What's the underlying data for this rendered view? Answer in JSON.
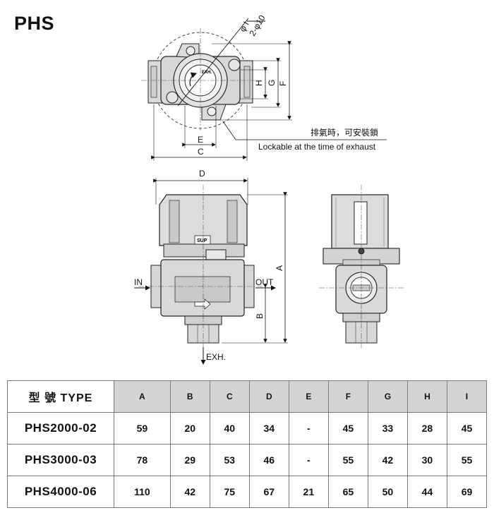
{
  "title": "PHS",
  "drawing": {
    "top_view_dims": {
      "phi_i": "φ I",
      "two_phi_10": "2-φ10",
      "H": "H",
      "G": "G",
      "F": "F",
      "E": "E",
      "C": "C"
    },
    "note_zh": "排氣時，可安裝鎖",
    "note_en": "Lockable at the time of exhaust",
    "front_view_dims": {
      "D": "D",
      "A": "A",
      "B": "B"
    },
    "ports": {
      "in": "IN",
      "out": "OUT",
      "exh": "EXH."
    },
    "body_labels": {
      "sup": "SUP",
      "exh_mark": "EXH"
    }
  },
  "table": {
    "type_header": "型  號  TYPE",
    "columns": [
      "A",
      "B",
      "C",
      "D",
      "E",
      "F",
      "G",
      "H",
      "I"
    ],
    "rows": [
      {
        "model": "PHS2000-02",
        "values": [
          "59",
          "20",
          "40",
          "34",
          "-",
          "45",
          "33",
          "28",
          "45"
        ]
      },
      {
        "model": "PHS3000-03",
        "values": [
          "78",
          "29",
          "53",
          "46",
          "-",
          "55",
          "42",
          "30",
          "55"
        ]
      },
      {
        "model": "PHS4000-06",
        "values": [
          "110",
          "42",
          "75",
          "67",
          "21",
          "65",
          "50",
          "44",
          "69"
        ]
      }
    ]
  }
}
